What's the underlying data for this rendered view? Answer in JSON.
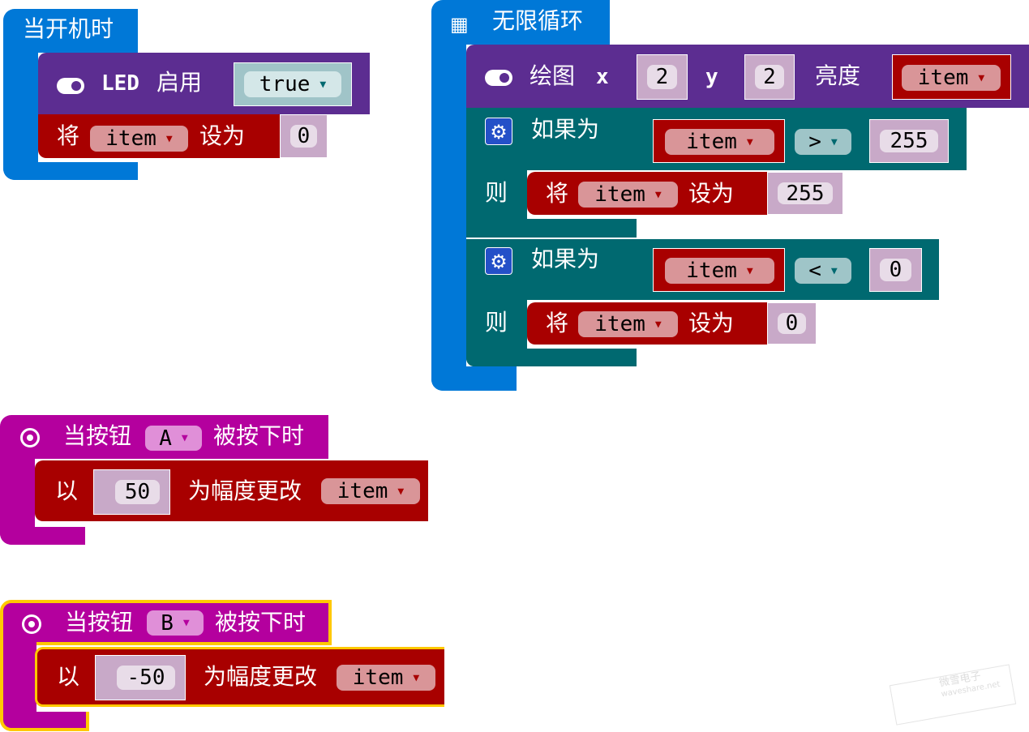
{
  "on_start": {
    "title": "当开机时",
    "led_label": "LED",
    "led_action": "启用",
    "led_value": "true",
    "set_label": "将",
    "set_var": "item",
    "set_to": "设为",
    "set_value": "0"
  },
  "forever": {
    "title": "无限循环",
    "plot": {
      "label": "绘图",
      "x_label": "x",
      "x_value": "2",
      "y_label": "y",
      "y_value": "2",
      "brightness_label": "亮度",
      "brightness_var": "item"
    },
    "if1": {
      "if_label": "如果为",
      "then_label": "则",
      "var": "item",
      "op": ">",
      "value": "255",
      "set_label": "将",
      "set_var": "item",
      "set_to": "设为",
      "set_value": "255"
    },
    "if2": {
      "if_label": "如果为",
      "then_label": "则",
      "var": "item",
      "op": "<",
      "value": "0",
      "set_label": "将",
      "set_var": "item",
      "set_to": "设为",
      "set_value": "0"
    }
  },
  "button_a": {
    "prefix": "当按钮",
    "button": "A",
    "suffix": "被按下时",
    "by_label": "以",
    "amount": "50",
    "change_label": "为幅度更改",
    "var": "item"
  },
  "button_b": {
    "prefix": "当按钮",
    "button": "B",
    "suffix": "被按下时",
    "by_label": "以",
    "amount": "-50",
    "change_label": "为幅度更改",
    "var": "item"
  },
  "watermark": {
    "cn": "微雪电子",
    "en": "waveshare.net"
  },
  "colors": {
    "basic": "#0078d7",
    "led": "#5c2d91",
    "variables": "#a80000",
    "logic": "#006970",
    "input": "#b4009e",
    "selected": "#ffc800"
  }
}
